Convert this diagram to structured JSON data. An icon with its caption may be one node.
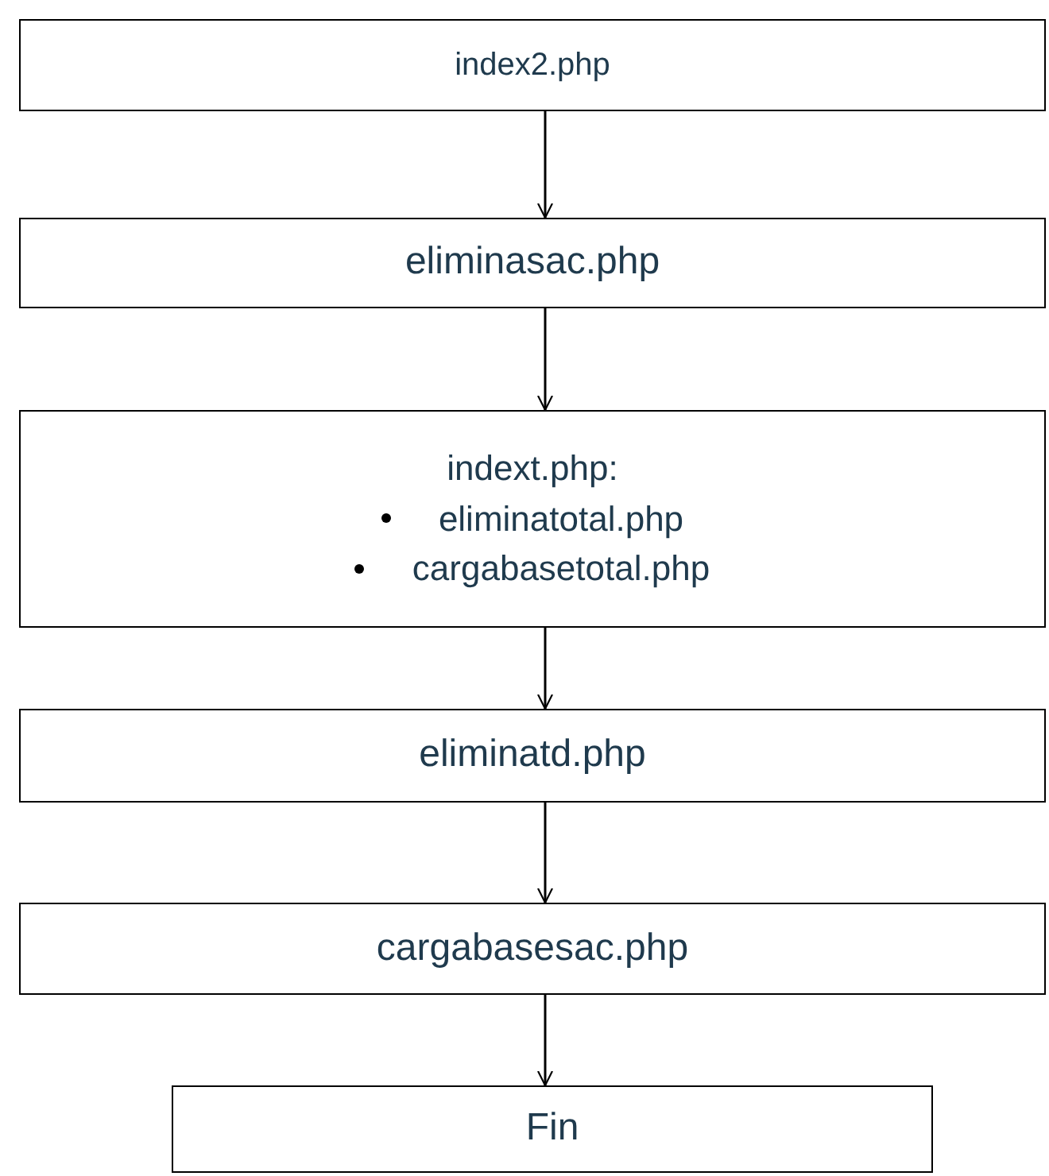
{
  "diagram": {
    "nodes": [
      {
        "text": [
          "index2.php"
        ]
      },
      {
        "text": [
          "eliminasac.php"
        ]
      },
      {
        "text": [
          "indext.php:",
          "eliminatotal.php",
          "cargabasetotal.php"
        ]
      },
      {
        "text": [
          "eliminatd.php"
        ]
      },
      {
        "text": [
          "cargabasesac.php"
        ]
      },
      {
        "text": [
          "Fin"
        ]
      }
    ],
    "edges": [
      {
        "from": 0,
        "to": 1,
        "arrow": "to"
      },
      {
        "from": 1,
        "to": 2,
        "arrow": "to"
      },
      {
        "from": 2,
        "to": 3,
        "arrow": "to"
      },
      {
        "from": 3,
        "to": 4,
        "arrow": "to"
      },
      {
        "from": 4,
        "to": 5,
        "arrow": "to"
      }
    ]
  }
}
